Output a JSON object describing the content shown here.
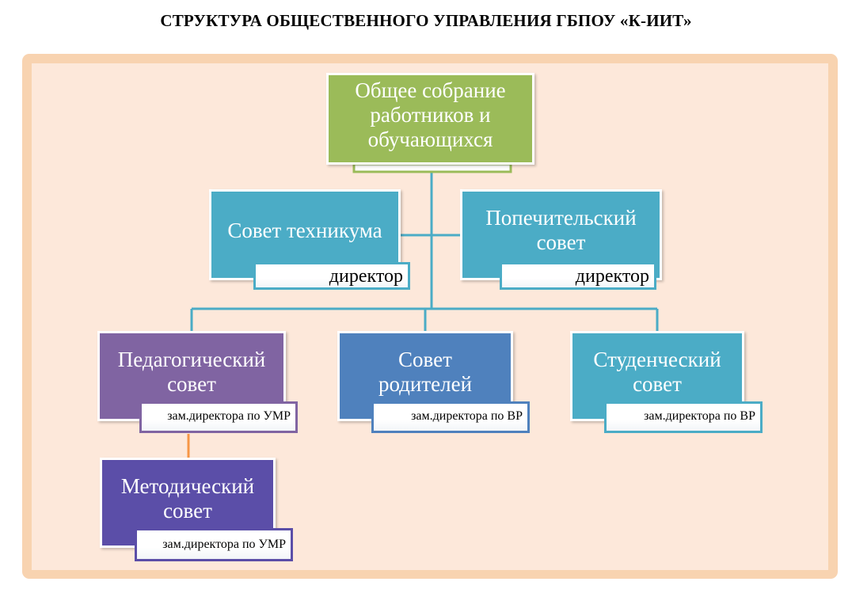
{
  "title": "СТРУКТУРА ОБЩЕСТВЕННОГО УПРАВЛЕНИЯ ГБПОУ «К-ИИТ»",
  "colors": {
    "frame": "#f8d3b0",
    "background": "#fde8da",
    "green": "#9bbb59",
    "teal": "#4bacc6",
    "purple": "#8064a2",
    "blue": "#4f81bd",
    "indigo": "#5b4ea8",
    "connector": "#4bacc6",
    "orange_connector": "#f79646"
  },
  "nodes": {
    "general": {
      "label": "Общее собрание работников и обучающихся"
    },
    "tech_council": {
      "label": "Совет техникума",
      "sub": "директор"
    },
    "trustee": {
      "label": "Попечительский совет",
      "sub": "директор"
    },
    "pedagogical": {
      "label": "Педагогический совет",
      "sub": "зам.директора  по УМР"
    },
    "parents": {
      "label": "Совет родителей",
      "sub": "зам.директора  по ВР"
    },
    "student": {
      "label": "Студенческий совет",
      "sub": "зам.директора по ВР"
    },
    "methodical": {
      "label": "Методический совет",
      "sub": "зам.директора по УМР"
    }
  }
}
